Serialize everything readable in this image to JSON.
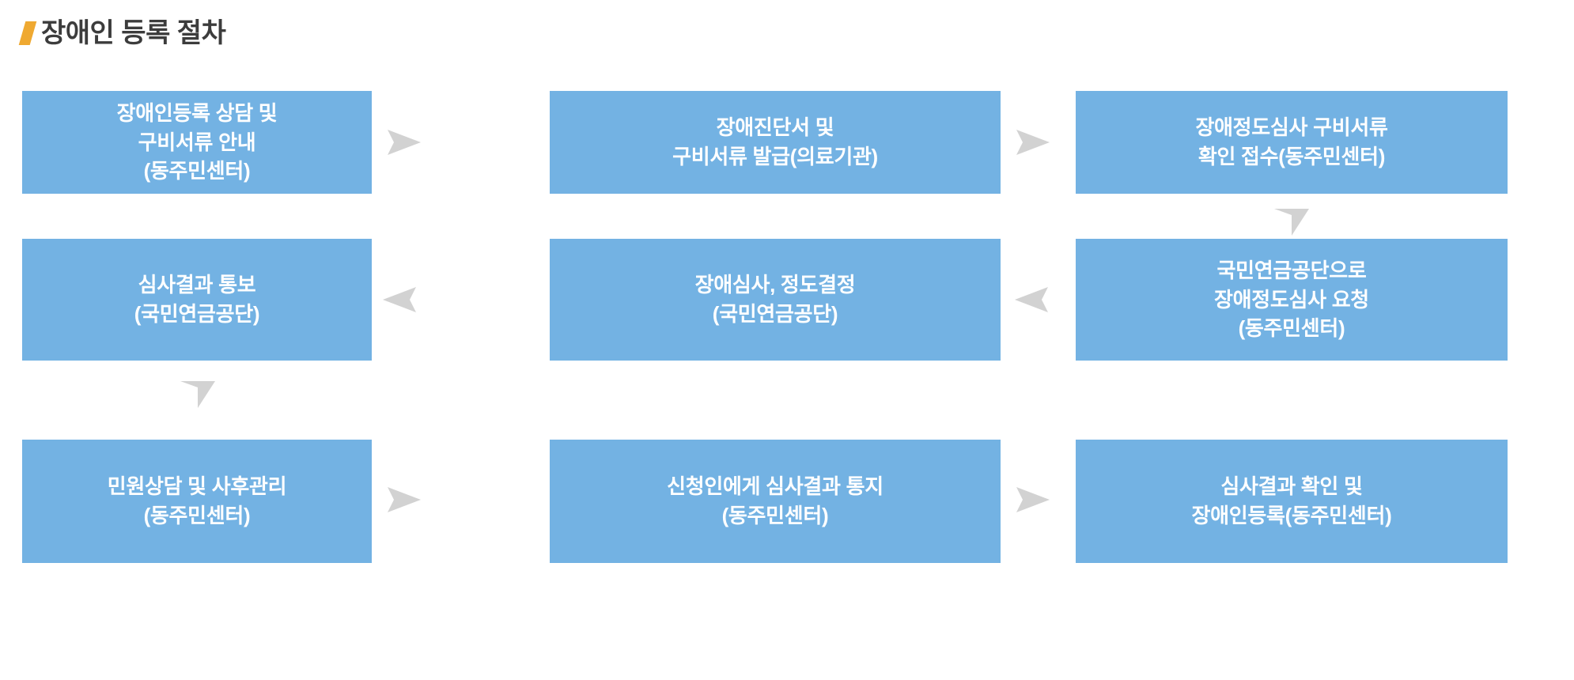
{
  "page": {
    "title": "장애인 등록 절차",
    "bullet_color": "#efa931",
    "node_color": "#73b2e3",
    "node_text_color": "#ffffff",
    "arrow_color": "#d2d2d2",
    "background_color": "#ffffff"
  },
  "flow": {
    "rows": [
      {
        "direction": "right",
        "nodes": [
          {
            "id": "step1",
            "label": "장애인등록 상담 및\n구비서류 안내\n(동주민센터)"
          },
          {
            "id": "step2",
            "label": "장애진단서 및\n구비서류 발급(의료기관)"
          },
          {
            "id": "step3",
            "label": "장애정도심사 구비서류\n확인 접수(동주민센터)"
          }
        ],
        "connectors": [
          {
            "id": "arrow-1-2",
            "icon": "arrow-right-icon"
          },
          {
            "id": "arrow-2-3",
            "icon": "arrow-right-icon"
          }
        ]
      },
      {
        "direction": "left",
        "nodes": [
          {
            "id": "step6",
            "label": "심사결과 통보\n(국민연금공단)"
          },
          {
            "id": "step5",
            "label": "장애심사, 정도결정\n(국민연금공단)"
          },
          {
            "id": "step4",
            "label": "국민연금공단으로\n장애정도심사 요청\n(동주민센터)"
          }
        ],
        "connectors": [
          {
            "id": "arrow-5-6",
            "icon": "arrow-left-icon"
          },
          {
            "id": "arrow-4-5",
            "icon": "arrow-left-icon"
          }
        ]
      },
      {
        "direction": "right",
        "nodes": [
          {
            "id": "step9",
            "label": "민원상담 및 사후관리\n(동주민센터)"
          },
          {
            "id": "step8",
            "label": "신청인에게 심사결과 통지\n(동주민센터)"
          },
          {
            "id": "step7",
            "label": "심사결과 확인 및\n장애인등록(동주민센터)"
          }
        ],
        "connectors": [
          {
            "id": "arrow-9-8",
            "icon": "arrow-right-icon"
          },
          {
            "id": "arrow-8-7",
            "icon": "arrow-right-icon"
          }
        ]
      }
    ],
    "vertical_connectors": [
      {
        "id": "arrow-3-4",
        "icon": "arrow-down-icon",
        "column": 3
      },
      {
        "id": "arrow-6-7",
        "icon": "arrow-down-icon",
        "column": 1
      }
    ]
  }
}
